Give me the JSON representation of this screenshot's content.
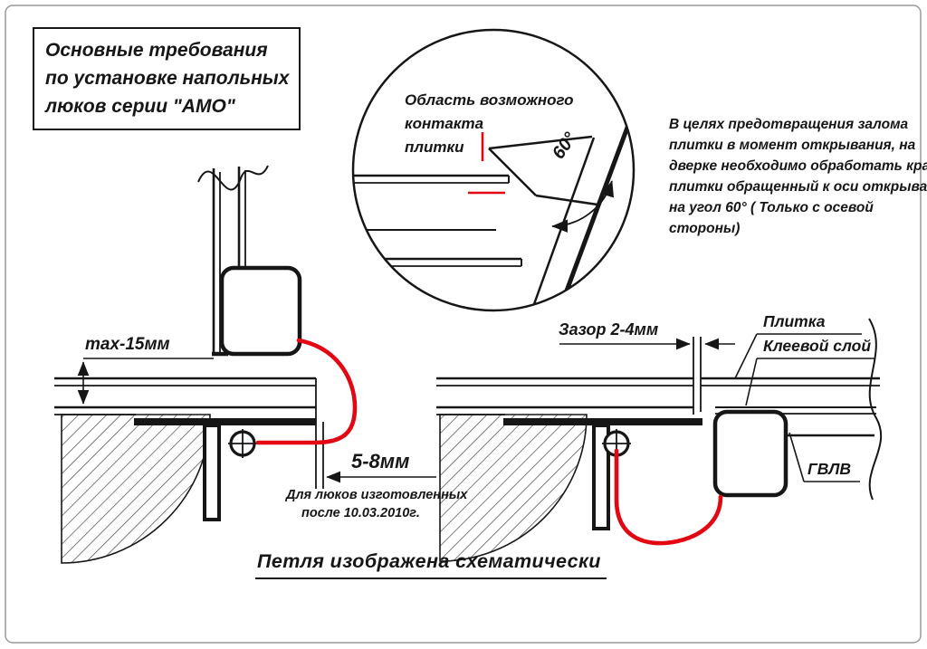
{
  "colors": {
    "line": "#161616",
    "accent_red": "#e30613",
    "paper": "#ffffff"
  },
  "title_box": {
    "lines": [
      "Основные требования",
      "по установке напольных",
      "люков серии  \"АМО\""
    ]
  },
  "detail": {
    "labels": [
      "Область возможного",
      "контакта",
      "плитки"
    ],
    "angle_label": "60°"
  },
  "note": {
    "lines": [
      "В целях предотвращения залома",
      "плитки в момент открывания, на",
      "дверке необходимо обработать край",
      "плитки обращенный к оси открывания",
      "на угол 60° ( Только с осевой",
      "стороны)"
    ]
  },
  "left_view": {
    "dim_max": "max-15мм",
    "dim_gap": "5-8мм",
    "note_lines": [
      "Для люков изготовленных",
      "после 10.03.2010г."
    ]
  },
  "right_view": {
    "dim_gap": "Зазор  2-4мм",
    "label_tile": "Плитка",
    "label_glue": "Клеевой слой",
    "label_board": "ГВЛВ"
  },
  "footer": {
    "caption": "Петля изображена схематически"
  }
}
